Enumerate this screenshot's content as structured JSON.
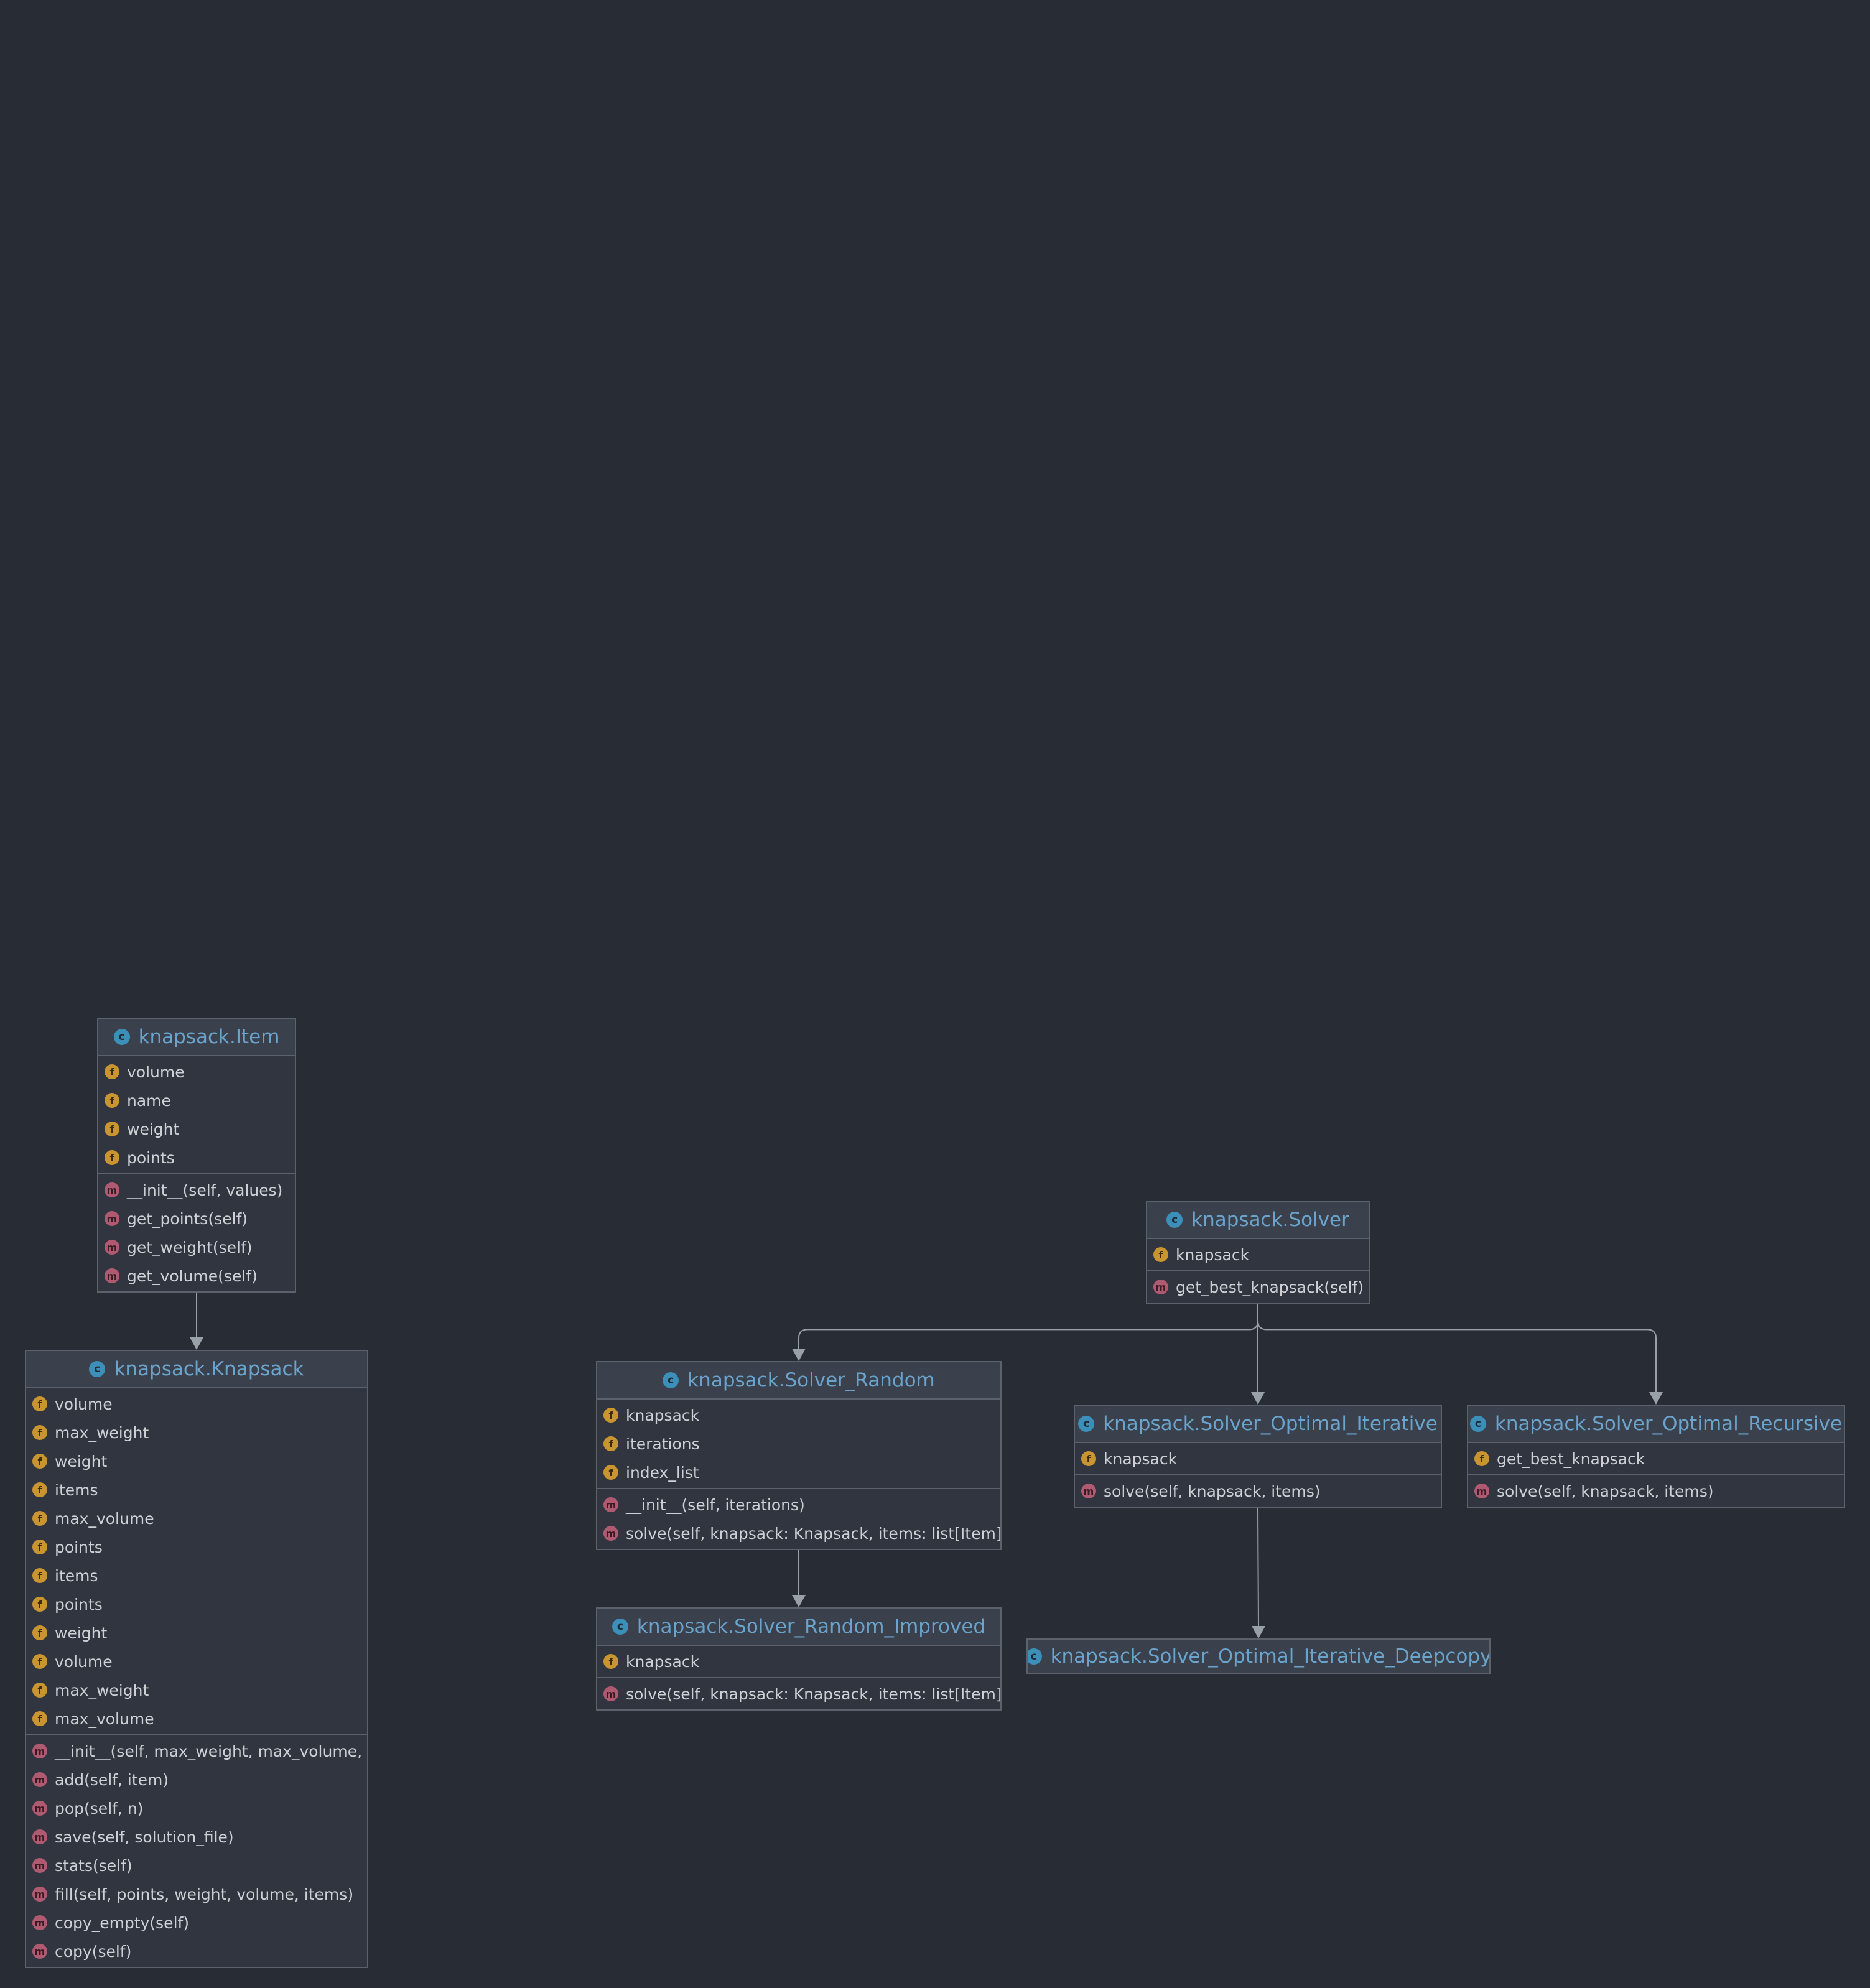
{
  "diagram": {
    "classes": [
      {
        "id": "item",
        "title": "knapsack.Item",
        "fields": [
          "volume",
          "name",
          "weight",
          "points"
        ],
        "methods": [
          "__init__(self, values)",
          "get_points(self)",
          "get_weight(self)",
          "get_volume(self)"
        ]
      },
      {
        "id": "knapsack",
        "title": "knapsack.Knapsack",
        "fields": [
          "volume",
          "max_weight",
          "weight",
          "items",
          "max_volume",
          "points",
          "items",
          "points",
          "weight",
          "volume",
          "max_weight",
          "max_volume"
        ],
        "methods": [
          "__init__(self, max_weight, max_volume, v",
          "add(self, item)",
          "pop(self, n)",
          "save(self, solution_file)",
          "stats(self)",
          "fill(self, points, weight, volume, items)",
          "copy_empty(self)",
          "copy(self)"
        ]
      },
      {
        "id": "solver",
        "title": "knapsack.Solver",
        "fields": [
          "knapsack"
        ],
        "methods": [
          "get_best_knapsack(self)"
        ]
      },
      {
        "id": "solver_random",
        "title": "knapsack.Solver_Random",
        "fields": [
          "knapsack",
          "iterations",
          "index_list"
        ],
        "methods": [
          "__init__(self, iterations)",
          "solve(self, knapsack: Knapsack, items: list[Item]"
        ]
      },
      {
        "id": "solver_optimal_iterative",
        "title": "knapsack.Solver_Optimal_Iterative",
        "fields": [
          "knapsack"
        ],
        "methods": [
          "solve(self, knapsack, items)"
        ]
      },
      {
        "id": "solver_optimal_recursive",
        "title": "knapsack.Solver_Optimal_Recursive",
        "fields": [
          "get_best_knapsack"
        ],
        "methods": [
          "solve(self, knapsack, items)"
        ]
      },
      {
        "id": "solver_random_improved",
        "title": "knapsack.Solver_Random_Improved",
        "fields": [
          "knapsack"
        ],
        "methods": [
          "solve(self, knapsack: Knapsack, items: list[Item]"
        ]
      },
      {
        "id": "solver_optimal_iterative_deepcopy",
        "title": "knapsack.Solver_Optimal_Iterative_Deepcopy",
        "fields": [],
        "methods": []
      }
    ],
    "edges": [
      {
        "from": "item",
        "to": "knapsack"
      },
      {
        "from": "solver",
        "to": "solver_random"
      },
      {
        "from": "solver",
        "to": "solver_optimal_iterative"
      },
      {
        "from": "solver",
        "to": "solver_optimal_recursive"
      },
      {
        "from": "solver_random",
        "to": "solver_random_improved"
      },
      {
        "from": "solver_optimal_iterative",
        "to": "solver_optimal_iterative_deepcopy"
      }
    ],
    "icons": {
      "class": "class-icon",
      "field": "field-icon",
      "method": "method-icon"
    },
    "colors": {
      "background": "#282c35",
      "class_title": "#6aa3cc",
      "class_icon": "#3b8fb8",
      "field_icon": "#c99530",
      "method_icon": "#b05a72",
      "edge": "#9aa0a8"
    }
  }
}
